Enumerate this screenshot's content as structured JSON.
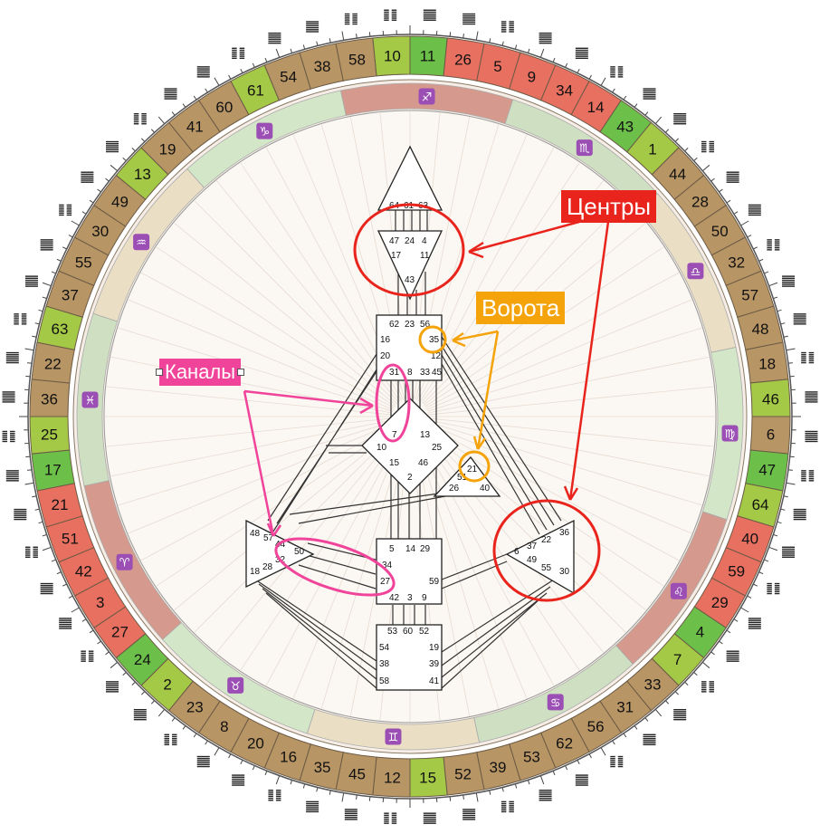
{
  "gates_ring": [
    {
      "gate": "10",
      "color": "#a4c946"
    },
    {
      "gate": "11",
      "color": "#6cc04a"
    },
    {
      "gate": "26",
      "color": "#e87060"
    },
    {
      "gate": "5",
      "color": "#e87060"
    },
    {
      "gate": "9",
      "color": "#e87060"
    },
    {
      "gate": "34",
      "color": "#e87060"
    },
    {
      "gate": "14",
      "color": "#e87060"
    },
    {
      "gate": "43",
      "color": "#6cc04a"
    },
    {
      "gate": "1",
      "color": "#a4c946"
    },
    {
      "gate": "44",
      "color": "#b89565"
    },
    {
      "gate": "28",
      "color": "#b89565"
    },
    {
      "gate": "50",
      "color": "#b89565"
    },
    {
      "gate": "32",
      "color": "#b89565"
    },
    {
      "gate": "57",
      "color": "#b89565"
    },
    {
      "gate": "48",
      "color": "#b89565"
    },
    {
      "gate": "18",
      "color": "#b89565"
    },
    {
      "gate": "46",
      "color": "#a4c946"
    },
    {
      "gate": "6",
      "color": "#b89565"
    },
    {
      "gate": "47",
      "color": "#6cc04a"
    },
    {
      "gate": "64",
      "color": "#a4c946"
    },
    {
      "gate": "40",
      "color": "#e87060"
    },
    {
      "gate": "59",
      "color": "#e87060"
    },
    {
      "gate": "29",
      "color": "#e87060"
    },
    {
      "gate": "4",
      "color": "#6cc04a"
    },
    {
      "gate": "7",
      "color": "#a4c946"
    },
    {
      "gate": "33",
      "color": "#b89565"
    },
    {
      "gate": "31",
      "color": "#b89565"
    },
    {
      "gate": "56",
      "color": "#b89565"
    },
    {
      "gate": "62",
      "color": "#b89565"
    },
    {
      "gate": "53",
      "color": "#b89565"
    },
    {
      "gate": "39",
      "color": "#b89565"
    },
    {
      "gate": "52",
      "color": "#b89565"
    },
    {
      "gate": "15",
      "color": "#a4c946"
    },
    {
      "gate": "12",
      "color": "#b89565"
    },
    {
      "gate": "45",
      "color": "#b89565"
    },
    {
      "gate": "35",
      "color": "#b89565"
    },
    {
      "gate": "16",
      "color": "#b89565"
    },
    {
      "gate": "20",
      "color": "#b89565"
    },
    {
      "gate": "8",
      "color": "#b89565"
    },
    {
      "gate": "23",
      "color": "#b89565"
    },
    {
      "gate": "2",
      "color": "#a4c946"
    },
    {
      "gate": "24",
      "color": "#6cc04a"
    },
    {
      "gate": "27",
      "color": "#e87060"
    },
    {
      "gate": "3",
      "color": "#e87060"
    },
    {
      "gate": "42",
      "color": "#e87060"
    },
    {
      "gate": "51",
      "color": "#e87060"
    },
    {
      "gate": "21",
      "color": "#e87060"
    },
    {
      "gate": "17",
      "color": "#6cc04a"
    },
    {
      "gate": "25",
      "color": "#a4c946"
    },
    {
      "gate": "36",
      "color": "#b89565"
    },
    {
      "gate": "22",
      "color": "#b89565"
    },
    {
      "gate": "63",
      "color": "#a4c946"
    },
    {
      "gate": "37",
      "color": "#b89565"
    },
    {
      "gate": "55",
      "color": "#b89565"
    },
    {
      "gate": "30",
      "color": "#b89565"
    },
    {
      "gate": "49",
      "color": "#b89565"
    },
    {
      "gate": "13",
      "color": "#a4c946"
    },
    {
      "gate": "19",
      "color": "#b89565"
    },
    {
      "gate": "41",
      "color": "#b89565"
    },
    {
      "gate": "60",
      "color": "#b89565"
    },
    {
      "gate": "61",
      "color": "#a4c946"
    },
    {
      "gate": "54",
      "color": "#b89565"
    },
    {
      "gate": "38",
      "color": "#b89565"
    },
    {
      "gate": "58",
      "color": "#b89565"
    }
  ],
  "zodiac_ring": [
    {
      "symbol": "♑",
      "color": "#d3e6c8"
    },
    {
      "symbol": "♐",
      "color": "#d59a8d"
    },
    {
      "symbol": "♏",
      "color": "#cfe0c2"
    },
    {
      "symbol": "♎",
      "color": "#eadfc4"
    },
    {
      "symbol": "♍",
      "color": "#d3e6c8"
    },
    {
      "symbol": "♌",
      "color": "#d59a8d"
    },
    {
      "symbol": "♋",
      "color": "#cfe0c2"
    },
    {
      "symbol": "♊",
      "color": "#eadfc4"
    },
    {
      "symbol": "♉",
      "color": "#d3e6c8"
    },
    {
      "symbol": "♈",
      "color": "#d59a8d"
    },
    {
      "symbol": "♓",
      "color": "#cfe0c2"
    },
    {
      "symbol": "♒",
      "color": "#eadfc4"
    }
  ],
  "centers": {
    "head": {
      "gates": [
        "64",
        "61",
        "63"
      ]
    },
    "ajna": {
      "gates": [
        "47",
        "24",
        "4",
        "17",
        "11",
        "43"
      ]
    },
    "throat": {
      "gates": [
        "62",
        "23",
        "56",
        "16",
        "35",
        "20",
        "12",
        "31",
        "8",
        "33",
        "45"
      ]
    },
    "g": {
      "gates": [
        "7",
        "13",
        "10",
        "25",
        "15",
        "46",
        "2"
      ]
    },
    "ego": {
      "gates": [
        "21",
        "51",
        "26",
        "40"
      ]
    },
    "spleen": {
      "gates": [
        "48",
        "57",
        "44",
        "50",
        "18",
        "28",
        "32"
      ]
    },
    "sacral": {
      "gates": [
        "5",
        "14",
        "29",
        "34",
        "27",
        "59",
        "42",
        "3",
        "9"
      ]
    },
    "solar": {
      "gates": [
        "36",
        "6",
        "37",
        "22",
        "49",
        "55",
        "30"
      ]
    },
    "root": {
      "gates": [
        "53",
        "60",
        "52",
        "54",
        "19",
        "38",
        "39",
        "58",
        "41"
      ]
    }
  },
  "callouts": {
    "centers": "Центры",
    "gates": "Ворота",
    "channels": "Каналы"
  },
  "colors": {
    "centers_accent": "#e8241c",
    "gates_accent": "#f5a30a",
    "channels_accent": "#f0449a"
  }
}
